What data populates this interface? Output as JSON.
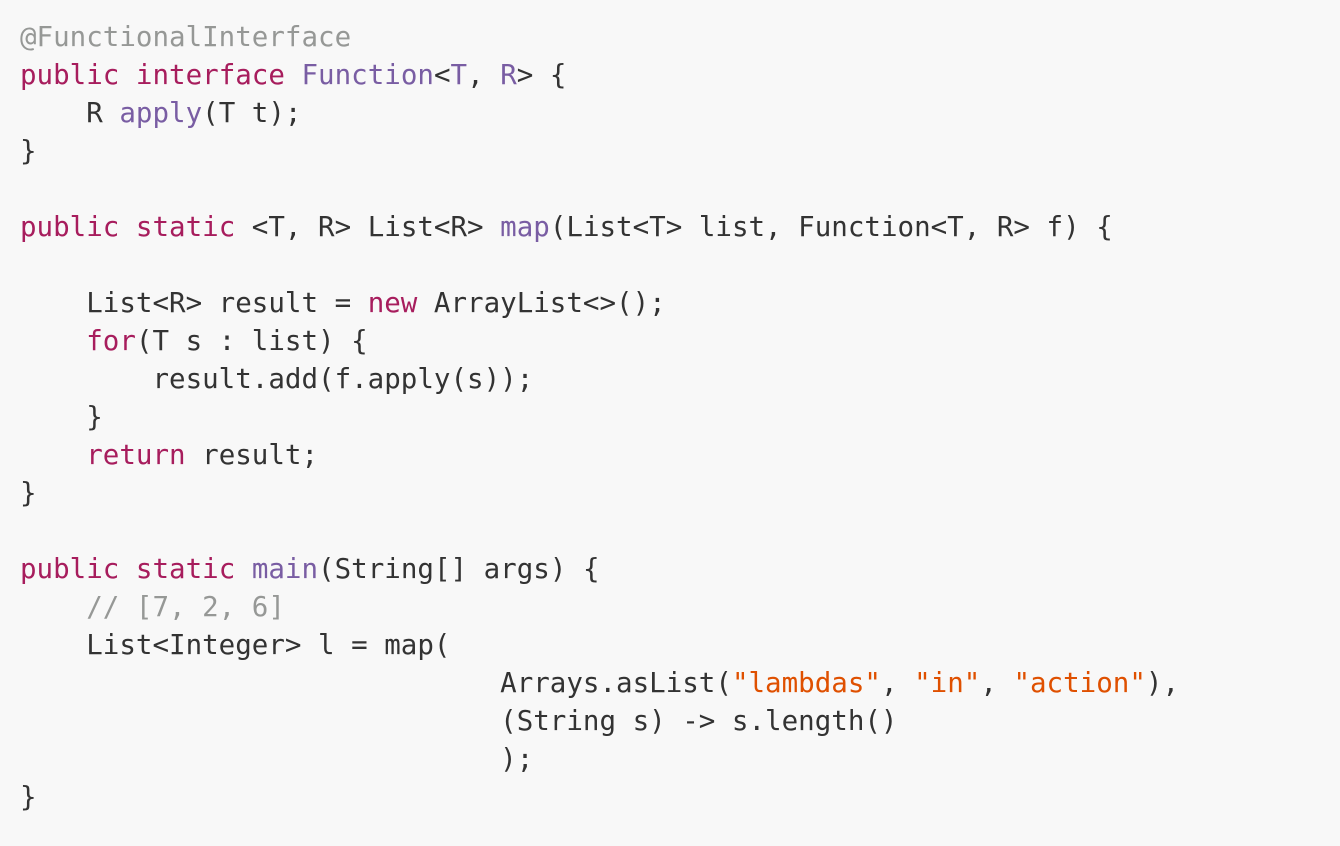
{
  "colors": {
    "background": "#f8f8f8",
    "plain": "#333333",
    "keyword": "#a71d5d",
    "entity": "#795da3",
    "string": "#df5000",
    "comment": "#969896"
  },
  "code": {
    "lines": [
      [
        {
          "t": "@FunctionalInterface",
          "k": "comment"
        }
      ],
      [
        {
          "t": "public",
          "k": "keyword"
        },
        {
          "t": " ",
          "k": "plain"
        },
        {
          "t": "interface",
          "k": "keyword"
        },
        {
          "t": " ",
          "k": "plain"
        },
        {
          "t": "Function",
          "k": "entity"
        },
        {
          "t": "<",
          "k": "plain"
        },
        {
          "t": "T",
          "k": "entity"
        },
        {
          "t": ", ",
          "k": "plain"
        },
        {
          "t": "R",
          "k": "entity"
        },
        {
          "t": "> {",
          "k": "plain"
        }
      ],
      [
        {
          "t": "    R ",
          "k": "plain"
        },
        {
          "t": "apply",
          "k": "entity"
        },
        {
          "t": "(T t);",
          "k": "plain"
        }
      ],
      [
        {
          "t": "}",
          "k": "plain"
        }
      ],
      [],
      [
        {
          "t": "public",
          "k": "keyword"
        },
        {
          "t": " ",
          "k": "plain"
        },
        {
          "t": "static",
          "k": "keyword"
        },
        {
          "t": " <T, R> List<R> ",
          "k": "plain"
        },
        {
          "t": "map",
          "k": "entity"
        },
        {
          "t": "(List<T> list, Function<T, R> f) {",
          "k": "plain"
        }
      ],
      [],
      [
        {
          "t": "    List<R> result = ",
          "k": "plain"
        },
        {
          "t": "new",
          "k": "keyword"
        },
        {
          "t": " ArrayList<>();",
          "k": "plain"
        }
      ],
      [
        {
          "t": "    ",
          "k": "plain"
        },
        {
          "t": "for",
          "k": "keyword"
        },
        {
          "t": "(T s : list) {",
          "k": "plain"
        }
      ],
      [
        {
          "t": "        result.add(f.apply(s));",
          "k": "plain"
        }
      ],
      [
        {
          "t": "    }",
          "k": "plain"
        }
      ],
      [
        {
          "t": "    ",
          "k": "plain"
        },
        {
          "t": "return",
          "k": "keyword"
        },
        {
          "t": " result;",
          "k": "plain"
        }
      ],
      [
        {
          "t": "}",
          "k": "plain"
        }
      ],
      [],
      [
        {
          "t": "public",
          "k": "keyword"
        },
        {
          "t": " ",
          "k": "plain"
        },
        {
          "t": "static",
          "k": "keyword"
        },
        {
          "t": " ",
          "k": "plain"
        },
        {
          "t": "main",
          "k": "entity"
        },
        {
          "t": "(String[] args) {",
          "k": "plain"
        }
      ],
      [
        {
          "t": "    ",
          "k": "plain"
        },
        {
          "t": "// [7, 2, 6]",
          "k": "comment"
        }
      ],
      [
        {
          "t": "    List<Integer> l = map(",
          "k": "plain"
        }
      ],
      [
        {
          "t": "                             Arrays.asList(",
          "k": "plain"
        },
        {
          "t": "\"lambdas\"",
          "k": "string"
        },
        {
          "t": ", ",
          "k": "plain"
        },
        {
          "t": "\"in\"",
          "k": "string"
        },
        {
          "t": ", ",
          "k": "plain"
        },
        {
          "t": "\"action\"",
          "k": "string"
        },
        {
          "t": "),",
          "k": "plain"
        }
      ],
      [
        {
          "t": "                             (String s) -> s.length()",
          "k": "plain"
        }
      ],
      [
        {
          "t": "                             );",
          "k": "plain"
        }
      ],
      [
        {
          "t": "}",
          "k": "plain"
        }
      ]
    ]
  }
}
